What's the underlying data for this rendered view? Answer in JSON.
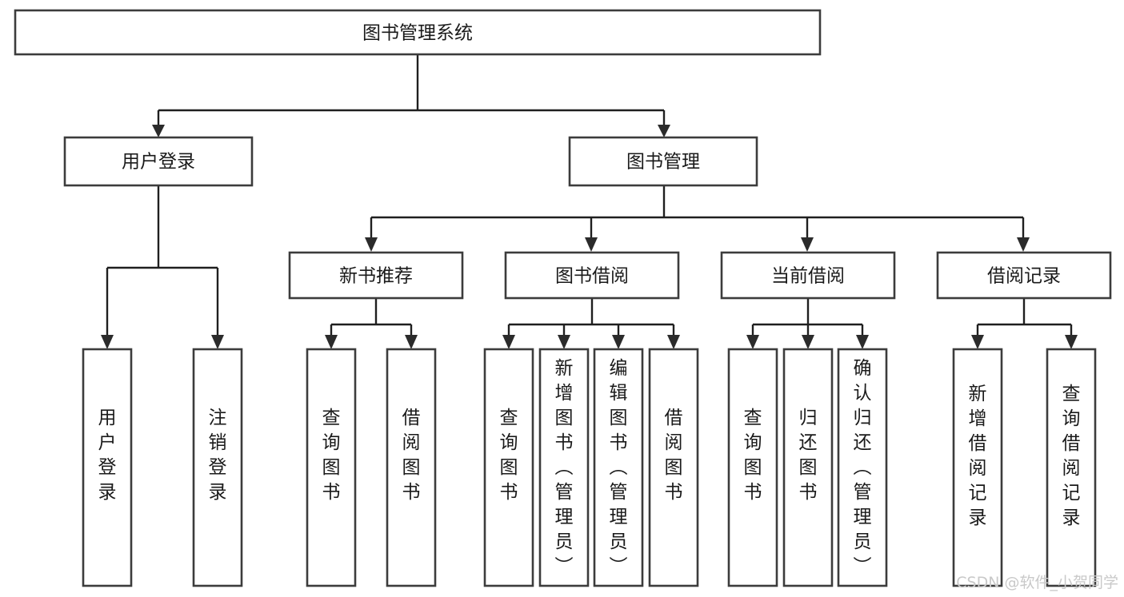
{
  "diagram": {
    "title": "图书管理系统",
    "type": "hierarchy-tree",
    "watermark": "CSDN @软件_小贺同学",
    "colors": {
      "box_stroke": "#3c3c3c",
      "connector": "#1f1f1f",
      "box_fill": "#ffffff",
      "text": "#1a1a1a",
      "watermark": "#c9c9c9",
      "background": "#ffffff"
    },
    "root": {
      "label": "图书管理系统"
    },
    "level2": [
      {
        "label": "用户登录"
      },
      {
        "label": "图书管理"
      }
    ],
    "level3": [
      {
        "label": "新书推荐"
      },
      {
        "label": "图书借阅"
      },
      {
        "label": "当前借阅"
      },
      {
        "label": "借阅记录"
      }
    ],
    "leaves": {
      "user_login": [
        {
          "label": "用户登录"
        },
        {
          "label": "注销登录"
        }
      ],
      "new_book_recommend": [
        {
          "label": "查询图书"
        },
        {
          "label": "借阅图书"
        }
      ],
      "book_borrow": [
        {
          "label": "查询图书"
        },
        {
          "label": "新增图书（管理员）"
        },
        {
          "label": "编辑图书（管理员）"
        },
        {
          "label": "借阅图书"
        }
      ],
      "current_borrow": [
        {
          "label": "查询图书"
        },
        {
          "label": "归还图书"
        },
        {
          "label": "确认归还（管理员）"
        }
      ],
      "borrow_record": [
        {
          "label": "新增借阅记录"
        },
        {
          "label": "查询借阅记录"
        }
      ]
    }
  }
}
